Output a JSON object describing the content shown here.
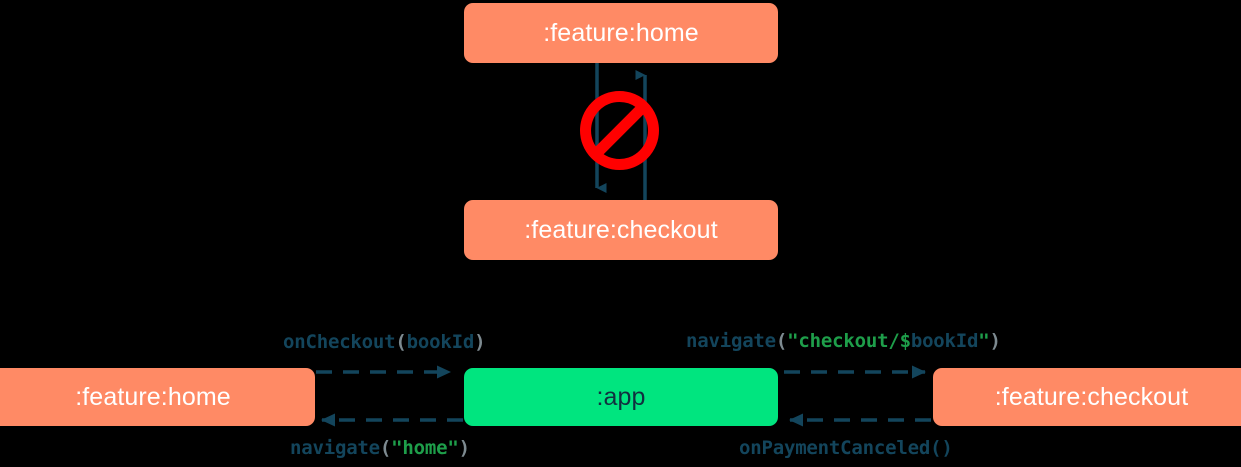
{
  "diagram": {
    "title": "module navigation dependency diagram",
    "background_color": "#000000",
    "colors": {
      "feature_module": "#FF8A65",
      "app_module": "#00E57F",
      "connector": "#13455C",
      "forbidden": "#FF0000",
      "string_token": "#1E9E4A",
      "identifier_token": "#13455C",
      "paren_token": "#7D8A90",
      "feature_text": "#FFFFFF",
      "app_text": "#11303F"
    },
    "top_section": {
      "nodes": [
        {
          "id": "top-home",
          "label": ":feature:home",
          "type": "feature"
        },
        {
          "id": "top-checkout",
          "label": ":feature:checkout",
          "type": "feature"
        }
      ],
      "edges": [
        {
          "from": "top-home",
          "to": "top-checkout",
          "direction": "down",
          "style": "solid"
        },
        {
          "from": "top-checkout",
          "to": "top-home",
          "direction": "up",
          "style": "solid"
        }
      ],
      "marker": {
        "icon": "no-entry-icon",
        "meaning": "forbidden direct dependency"
      }
    },
    "bottom_section": {
      "nodes": [
        {
          "id": "bot-home",
          "label": ":feature:home",
          "type": "feature"
        },
        {
          "id": "bot-app",
          "label": ":app",
          "type": "app"
        },
        {
          "id": "bot-checkout",
          "label": ":feature:checkout",
          "type": "feature"
        }
      ],
      "edges": [
        {
          "id": "home-to-app",
          "from": "bot-home",
          "to": "bot-app",
          "style": "dashed",
          "direction": "right",
          "label": "onCheckout(bookId)"
        },
        {
          "id": "app-to-checkout",
          "from": "bot-app",
          "to": "bot-checkout",
          "style": "dashed",
          "direction": "right",
          "label": "navigate(\"checkout/$bookId\")"
        },
        {
          "id": "app-to-home",
          "from": "bot-app",
          "to": "bot-home",
          "style": "dashed",
          "direction": "left",
          "label": "navigate(\"home\")"
        },
        {
          "id": "checkout-to-app",
          "from": "bot-checkout",
          "to": "bot-app",
          "style": "dashed",
          "direction": "left",
          "label": "onPaymentCanceled()"
        }
      ]
    }
  },
  "labels": {
    "oncheckout": {
      "fn": "onCheckout",
      "open": "(",
      "arg": "bookId",
      "close": ")"
    },
    "navigate_checkout": {
      "fn": "navigate",
      "open": "(",
      "quote_open": "\"",
      "path": "checkout/",
      "dollar": "$",
      "var": "bookId",
      "quote_close": "\"",
      "close": ")"
    },
    "navigate_home": {
      "fn": "navigate",
      "open": "(",
      "quote_open": "\"",
      "route": "home",
      "quote_close": "\"",
      "close": ")"
    },
    "on_payment_canceled": {
      "fn": "onPaymentCanceled",
      "open": "(",
      "close": ")"
    }
  }
}
